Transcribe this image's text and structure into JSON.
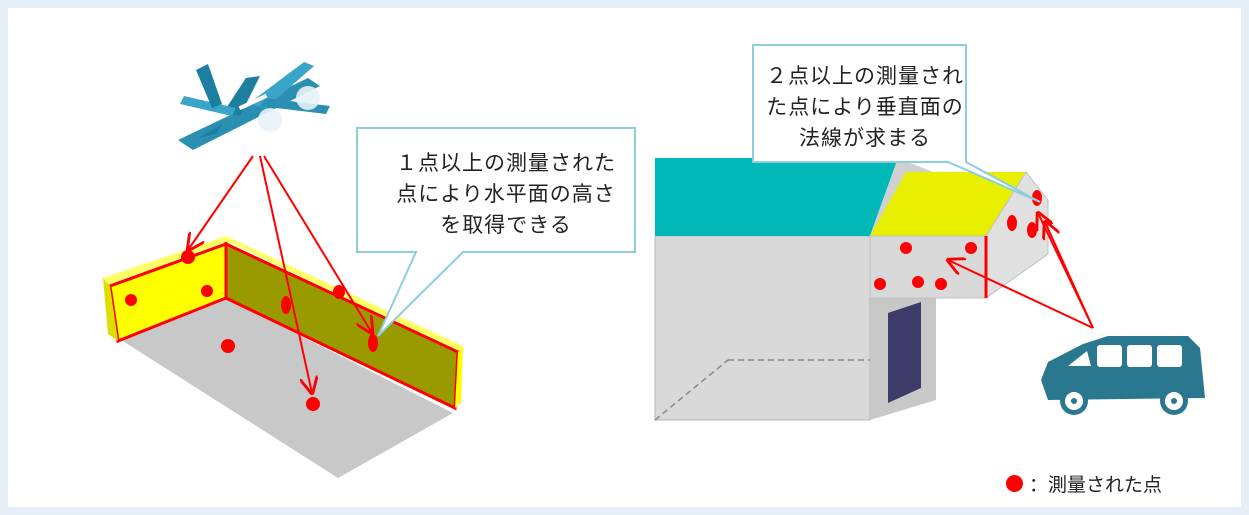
{
  "callouts": {
    "horizontal": "１点以上の測量された\n点により水平面の高さ\nを取得できる",
    "vertical": "２点以上の測量され\nた点により垂直面の\n法線が求まる"
  },
  "legend": {
    "marker_color": "#ff0000",
    "label": "：測量された点"
  },
  "icons": [
    "airplane-icon",
    "car-icon"
  ],
  "colors": {
    "wall_yellow": "#ffff00",
    "wall_olive": "#999900",
    "ground_gray": "#c8c8c8",
    "roof_teal": "#00b8b8",
    "roof_yellow": "#e8f000",
    "building_gray": "#d9d9d9",
    "survey_red": "#ff0000",
    "vehicle_teal": "#2a7890",
    "callout_border": "#8ecde0"
  }
}
